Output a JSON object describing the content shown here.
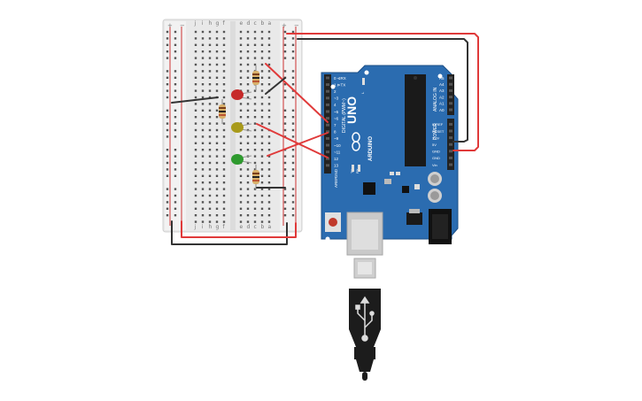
{
  "breadboard": {
    "rail_plus": "+",
    "rail_minus": "−",
    "columns_left": [
      "j",
      "i",
      "h",
      "g",
      "f"
    ],
    "columns_right": [
      "e",
      "d",
      "c",
      "b",
      "a"
    ],
    "row_count": 30
  },
  "arduino": {
    "logo_text": "UNO",
    "brand_text": "ARDUINO",
    "digital_label": "DIGITAL (PWM~)",
    "analog_label": "ANALOG IN",
    "power_label": "POWER",
    "reset_label": "RESET",
    "aref_label": "AREF",
    "gnd_label": "GND",
    "tx_label": "TX",
    "rx_label": "RX",
    "l_label": "L",
    "digital_pins": [
      "0 ⊲RX",
      "1 ⊳TX",
      "2",
      "~3",
      "4",
      "~5",
      "~6",
      "7",
      "8",
      "~9",
      "~10",
      "~11",
      "12",
      "13"
    ],
    "analog_pins": [
      "A5",
      "A4",
      "A3",
      "A2",
      "A1",
      "A0"
    ],
    "power_pins": [
      "Vin",
      "GND",
      "GND",
      "5V",
      "3.3V",
      "RESET",
      "IOREF"
    ]
  },
  "components": {
    "leds": [
      {
        "name": "red",
        "color": "#c62a2a"
      },
      {
        "name": "yellow",
        "color": "#a89a1a"
      },
      {
        "name": "green",
        "color": "#2e9a2e"
      }
    ],
    "wire_colors": {
      "red": "#e03a3a",
      "black": "#333333"
    },
    "usb_cable": "usb-cable"
  }
}
